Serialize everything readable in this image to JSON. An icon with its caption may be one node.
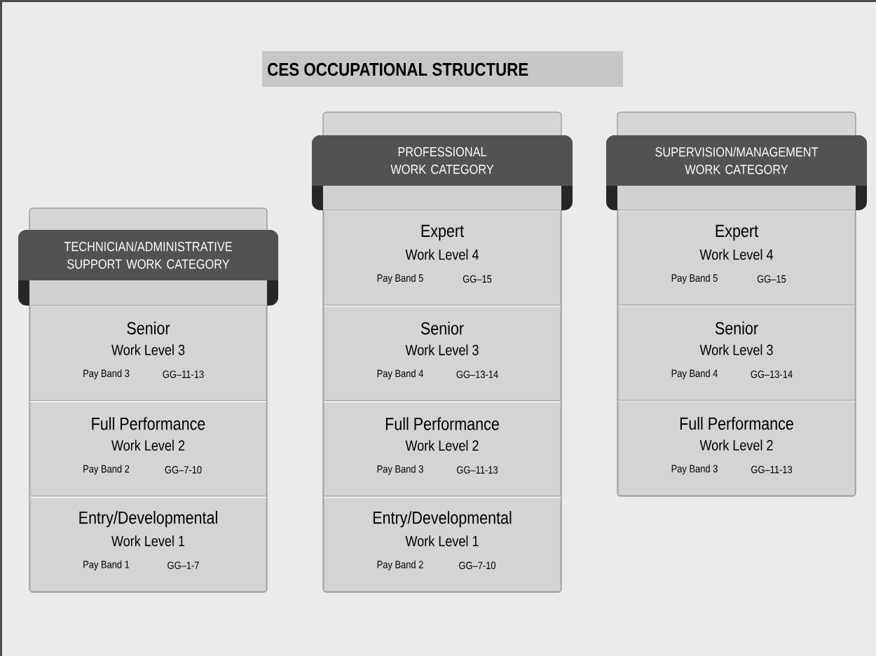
{
  "diagram": {
    "title": "CES OCCUPATIONAL STRUCTURE",
    "nodes": [
      {
        "text": [
          "TECHNICIAN/ADMINISTRATIVE SUPPORT WORK CATEGORY"
        ]
      },
      {
        "text": [
          "Senior",
          "Work Level 3",
          "Pay Band 3",
          "GG–11-13"
        ],
        "in": 0
      },
      {
        "text": [
          "Full Performance",
          "Work Level 2",
          "Pay Band 2",
          "GG–7-10"
        ],
        "in": 0
      },
      {
        "text": [
          "Entry/Developmental",
          "Work Level 1",
          "Pay Band 1",
          "GG–1-7"
        ],
        "in": 0
      },
      {
        "text": [
          "PROFESSIONAL WORK CATEGORY"
        ]
      },
      {
        "text": [
          "Expert",
          "Work Level 4",
          "Pay Band 5",
          "GG–15"
        ],
        "in": 4
      },
      {
        "text": [
          "Senior",
          "Work Level 3",
          "Pay Band 4",
          "GG–13-14"
        ],
        "in": 4
      },
      {
        "text": [
          "Full Performance",
          "Work Level 2",
          "Pay Band 3",
          "GG–11-13"
        ],
        "in": 4
      },
      {
        "text": [
          "Entry/Developmental",
          "Work Level 1",
          "Pay Band 2",
          "GG–7-10"
        ],
        "in": 4
      },
      {
        "text": [
          "SUPERVISION/MANAGEMENT WORK CATEGORY"
        ]
      },
      {
        "text": [
          "Expert",
          "Work Level 4",
          "Pay Band 5",
          "GG–15"
        ],
        "in": 9
      },
      {
        "text": [
          "Senior",
          "Work Level 3",
          "Pay Band 4",
          "GG–13-14"
        ],
        "in": 9
      },
      {
        "text": [
          "Full Performance",
          "Work Level 2",
          "Pay Band 3",
          "GG–11-13"
        ],
        "in": 9
      }
    ]
  }
}
